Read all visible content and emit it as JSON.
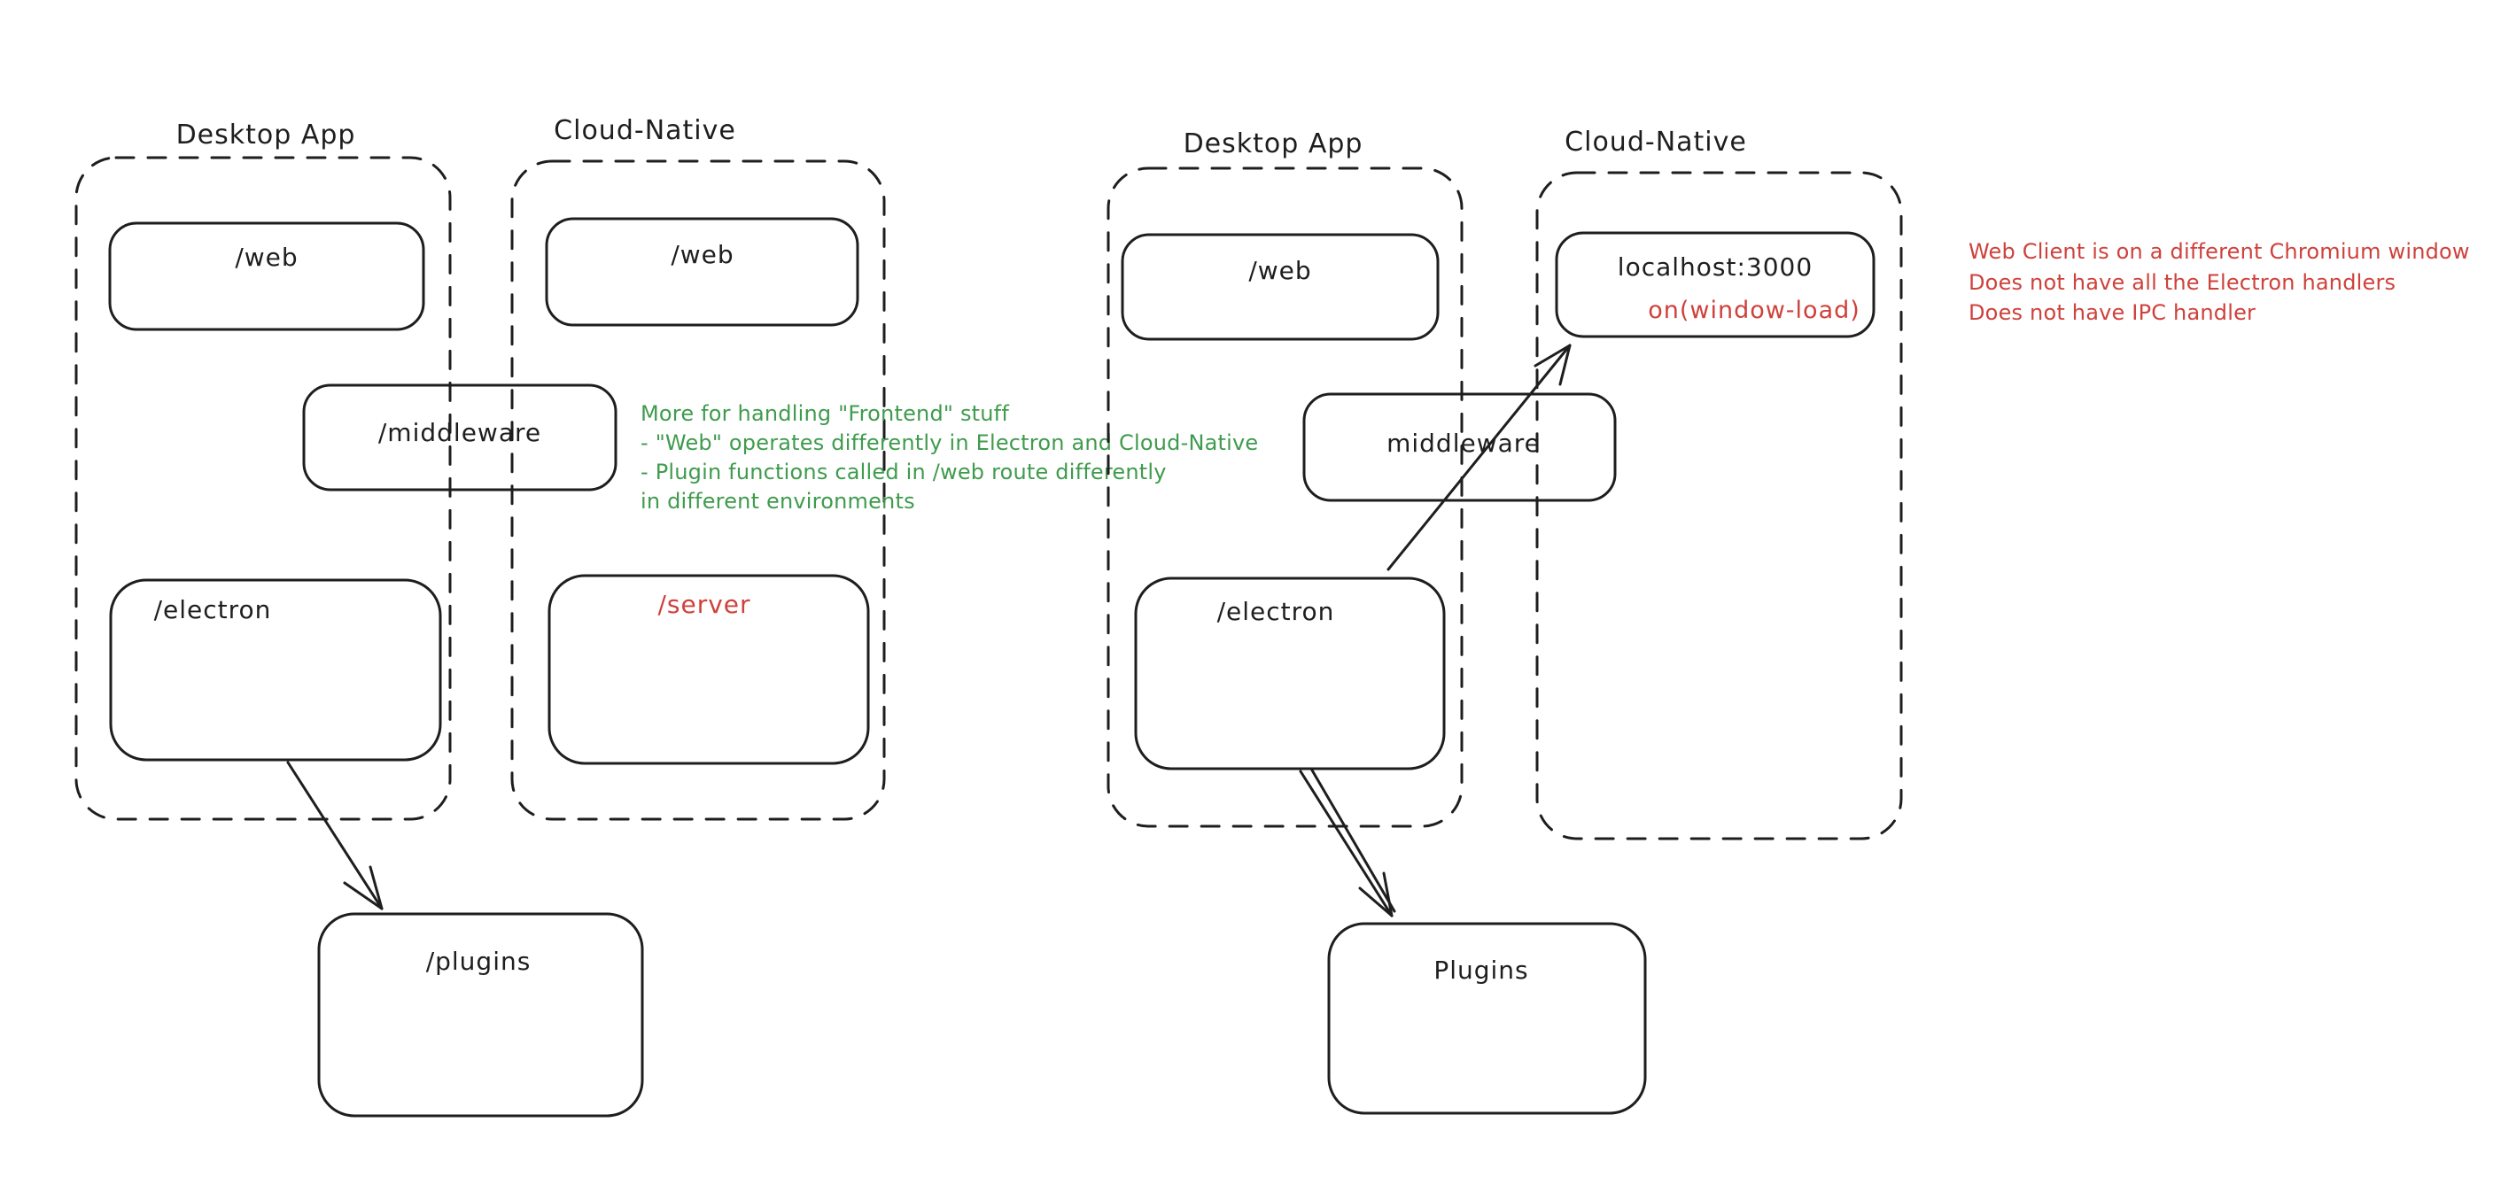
{
  "colors": {
    "ink": "#1e1e1e",
    "green": "#3f9b4d",
    "red": "#cf413b",
    "background": "#ffffff"
  },
  "left": {
    "desktop_label": "Desktop App",
    "cloud_label": "Cloud-Native",
    "web_desktop": "/web",
    "web_cloud": "/web",
    "middleware": "/middleware",
    "electron": "/electron",
    "server": "/server",
    "plugins": "/plugins"
  },
  "right": {
    "desktop_label": "Desktop App",
    "cloud_label": "Cloud-Native",
    "web": "/web",
    "localhost": "localhost:3000",
    "window_load": "on(window-load)",
    "middleware": "middleware",
    "electron": "/electron",
    "plugins": "Plugins"
  },
  "green_note": {
    "lines": [
      "More for handling \"Frontend\" stuff",
      "- \"Web\" operates differently in Electron and Cloud-Native",
      "- Plugin functions called in /web route differently",
      "in different environments"
    ]
  },
  "red_note": {
    "lines": [
      "Web Client is on a different Chromium window",
      "Does not have all the Electron handlers",
      "Does not have IPC handler"
    ]
  }
}
